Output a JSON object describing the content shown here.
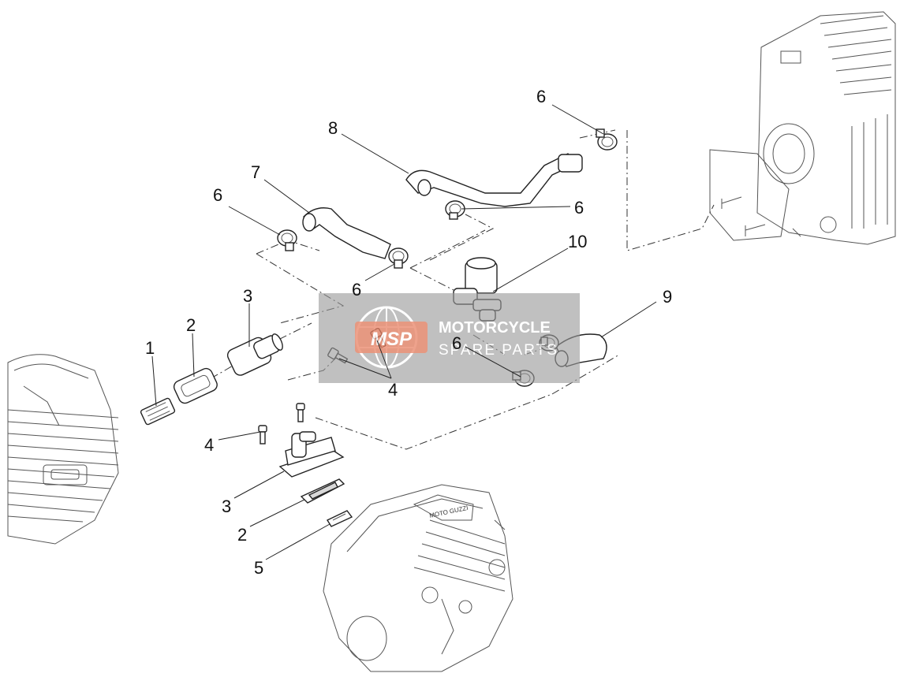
{
  "diagram": {
    "callouts": [
      {
        "id": "c1",
        "label": "1"
      },
      {
        "id": "c2a",
        "label": "2"
      },
      {
        "id": "c3a",
        "label": "3"
      },
      {
        "id": "c4a",
        "label": "4"
      },
      {
        "id": "c6a",
        "label": "6"
      },
      {
        "id": "c7",
        "label": "7"
      },
      {
        "id": "c8",
        "label": "8"
      },
      {
        "id": "c6b",
        "label": "6"
      },
      {
        "id": "c6c",
        "label": "6"
      },
      {
        "id": "c6d",
        "label": "6"
      },
      {
        "id": "c10",
        "label": "10"
      },
      {
        "id": "c9",
        "label": "9"
      },
      {
        "id": "c6e",
        "label": "6"
      },
      {
        "id": "c4b",
        "label": "4"
      },
      {
        "id": "c3b",
        "label": "3"
      },
      {
        "id": "c2b",
        "label": "2"
      },
      {
        "id": "c5",
        "label": "5"
      }
    ]
  },
  "watermark": {
    "logo": "MSP",
    "line1": "MOTORCYCLE",
    "line2": "SPARE PARTS",
    "box_color": "#9a9a9a",
    "logo_color": "#e87a5a"
  },
  "engine_badge": "MOTO GUZZI"
}
